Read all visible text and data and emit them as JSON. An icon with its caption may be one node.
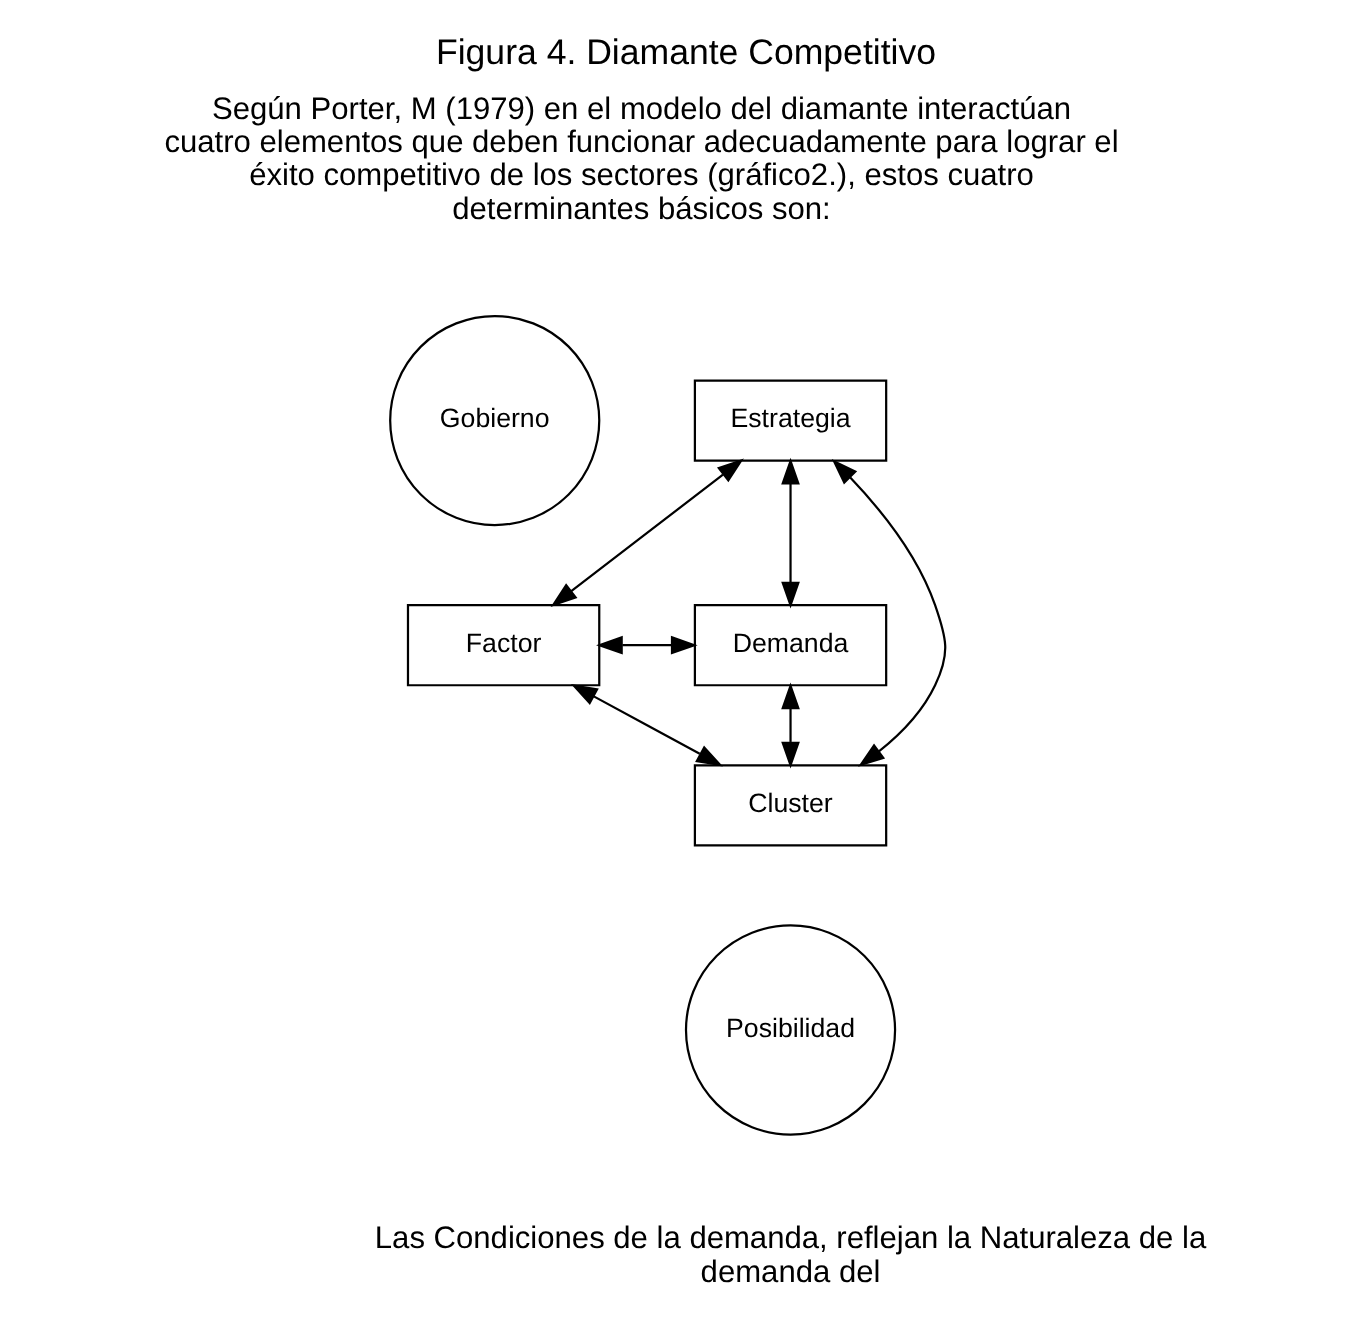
{
  "diagram": {
    "title": "Figura 4. Diamante Competitivo",
    "nodes": [
      {
        "text": [
          "Gobierno"
        ]
      },
      {
        "text": [
          "Estrategia"
        ]
      },
      {
        "text": [
          "Factor"
        ]
      },
      {
        "text": [
          "Demanda"
        ]
      },
      {
        "text": [
          "Cluster"
        ]
      },
      {
        "text": [
          "Posibilidad"
        ]
      }
    ],
    "edges": [
      {
        "from": 1,
        "to": 2,
        "arrow": "both"
      },
      {
        "from": 1,
        "to": 3,
        "arrow": "both"
      },
      {
        "from": 2,
        "to": 4,
        "arrow": "both"
      },
      {
        "from": 4,
        "to": 3,
        "arrow": "both"
      },
      {
        "from": 1,
        "to": 4,
        "arrow": "both"
      },
      {
        "from": 2,
        "to": 3,
        "arrow": "both"
      }
    ],
    "labels": [
      "Según Porter, M (1979) en el modelo del diamante interactúan cuatro elementos que deben funcionar adecuadamente para lograr el éxito competitivo de los sectores (gráfico2.), estos cuatro determinantes básicos son:",
      "Las Condiciones de la demanda, reflejan la Naturaleza de la demanda del"
    ]
  }
}
